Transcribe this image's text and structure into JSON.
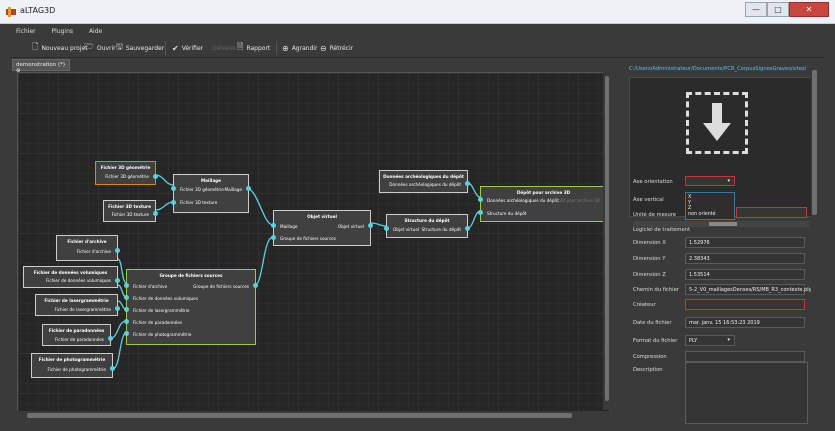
{
  "window": {
    "title": "aLTAG3D",
    "min_glyph": "—",
    "max_glyph": "□",
    "close_glyph": "✕"
  },
  "menu": [
    "Fichier",
    "Plugins",
    "Aide"
  ],
  "toolbar": {
    "new_project": "Nouveau projet",
    "open": "Ouvrir",
    "save": "Sauvegarder",
    "verify": "Vérifier",
    "disabled_label": "Générer",
    "report": "Rapport",
    "zoom_in": "Agrandir",
    "zoom_out": "Rétrécir"
  },
  "tab": {
    "label": "demonstration (*)"
  },
  "nodes": {
    "geom": {
      "title": "Fichier 3D géométrie",
      "out": "Fichier 3D géométrie"
    },
    "texture": {
      "title": "Fichier 3D texture",
      "out": "Fichier 3D texture"
    },
    "maillage": {
      "title": "Maillage",
      "in1": "Fichier 3D géométrie",
      "in2": "Fichier 3D texture",
      "out": "Maillage"
    },
    "objet": {
      "title": "Objet virtuel",
      "in1": "Maillage",
      "in2": "Groupe de fichiers sources",
      "out": "Objet virtuel"
    },
    "donnees": {
      "title": "Données archéologiques du dépôt",
      "out": "Données archéologiques du dépôt"
    },
    "structure": {
      "title": "Structure du dépôt",
      "in1": "Objet virtuel",
      "out": "Structure du dépôt"
    },
    "depot": {
      "title": "Dépôt pour archive 3D",
      "in1": "Données archéologiques du dépôt",
      "in2": "Structure du dépôt",
      "out": "Dépôt pour archive 3D"
    },
    "archive": {
      "title": "Fichier d'archive",
      "out": "Fichier d'archive"
    },
    "volum": {
      "title": "Fichier de données volumiques",
      "out": "Fichier de données volumiques"
    },
    "lasergram": {
      "title": "Fichier de lasergrammétrie",
      "out": "Fichier de lasergrammétrie"
    },
    "parado": {
      "title": "Fichier de paradonnées",
      "out": "Fichier de paradonnées"
    },
    "photo": {
      "title": "Fichier de photogrammétrie",
      "out": "Fichier de photogrammétrie"
    },
    "groupe": {
      "title": "Groupe de fichiers sources",
      "in1": "Fichier d'archive",
      "in2": "Fichier de données volumiques",
      "in3": "Fichier de lasergrammétrie",
      "in4": "Fichier de paradonnées",
      "in5": "Fichier de photogrammétrie",
      "out": "Groupe de fichiers sources"
    }
  },
  "panel": {
    "path": "C:/Users/Administrateur/Documents/PCR_CorpusSignesGraves/sites/",
    "fields": {
      "axe_orientation": {
        "label": "Axe orientation",
        "value": ""
      },
      "axe_vertical": {
        "label": "Axe vertical"
      },
      "unite": {
        "label": "Unité de mesure"
      },
      "logiciel": {
        "label": "Logiciel de traitement"
      },
      "dimx": {
        "label": "Dimension X",
        "value": "1.52976"
      },
      "dimy": {
        "label": "Dimension Y",
        "value": "2.38343"
      },
      "dimz": {
        "label": "Dimension Z",
        "value": "1.53514"
      },
      "chemin": {
        "label": "Chemin du fichier",
        "value": "5-2_V0_maillagesDenses/RS/MB_R3_contexte.ply"
      },
      "createur": {
        "label": "Créateur",
        "value": ""
      },
      "date": {
        "label": "Date du fichier",
        "value": "mar. janv. 15 16:53:23 2019"
      },
      "format": {
        "label": "Format du fichier",
        "value": "PLY"
      },
      "compression": {
        "label": "Compression",
        "value": ""
      },
      "description": {
        "label": "Description"
      }
    },
    "dropdown_options": [
      "X",
      "Y",
      "Z",
      "non orienté"
    ]
  }
}
